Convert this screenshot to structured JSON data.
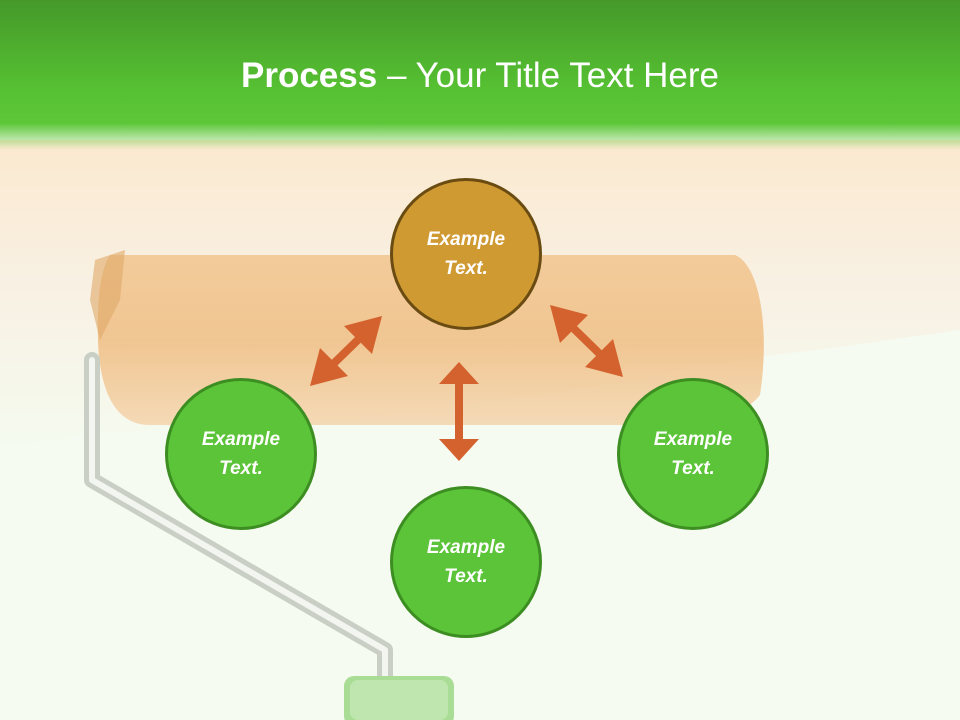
{
  "slide": {
    "title_bold": "Process",
    "title_rest": " – Your Title Text Here"
  },
  "diagram": {
    "top_node": {
      "line1": "Example",
      "line2": "Text."
    },
    "left_node": {
      "line1": "Example",
      "line2": "Text."
    },
    "right_node": {
      "line1": "Example",
      "line2": "Text."
    },
    "bottom_node": {
      "line1": "Example",
      "line2": "Text."
    }
  },
  "colors": {
    "title_band": "#56c132",
    "node_green": "#5cc438",
    "node_orange": "#d09a33",
    "arrow": "#d4622e"
  }
}
